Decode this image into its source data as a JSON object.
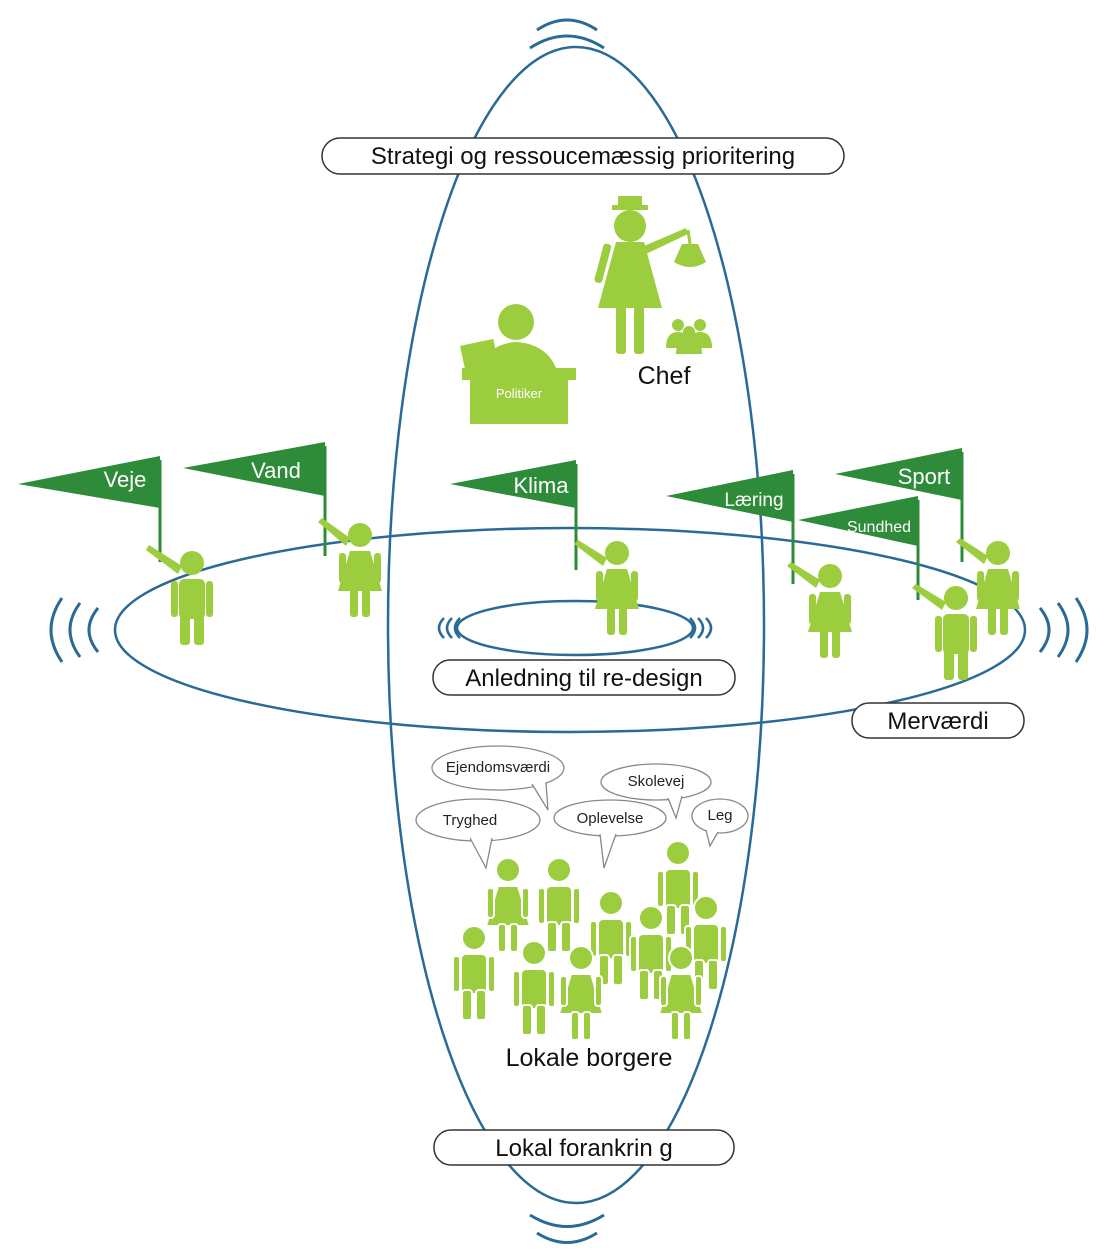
{
  "colors": {
    "ring": "#2a6a96",
    "flag": "#2e8b3a",
    "figure": "#9ccd3f",
    "pill_border": "#333333",
    "bubble_border": "#888888"
  },
  "labels": {
    "top_pill": "Strategi og ressoucemæssig prioritering",
    "middle_pill": "Anledning til re-design",
    "right_pill": "Merværdi",
    "bottom_pill": "Lokal forankrin g",
    "chef": "Chef",
    "politiker": "Politiker",
    "citizens": "Lokale borgere"
  },
  "flags": [
    "Veje",
    "Vand",
    "Klima",
    "Læring",
    "Sport",
    "Sundhed"
  ],
  "bubbles": [
    "Ejendomsværdi",
    "Skolevej",
    "Tryghed",
    "Oplevelse",
    "Leg"
  ],
  "icons": [
    "person-icon",
    "flag-icon",
    "speech-bubble-icon",
    "podium-icon",
    "money-bag-icon",
    "signal-waves-icon"
  ]
}
